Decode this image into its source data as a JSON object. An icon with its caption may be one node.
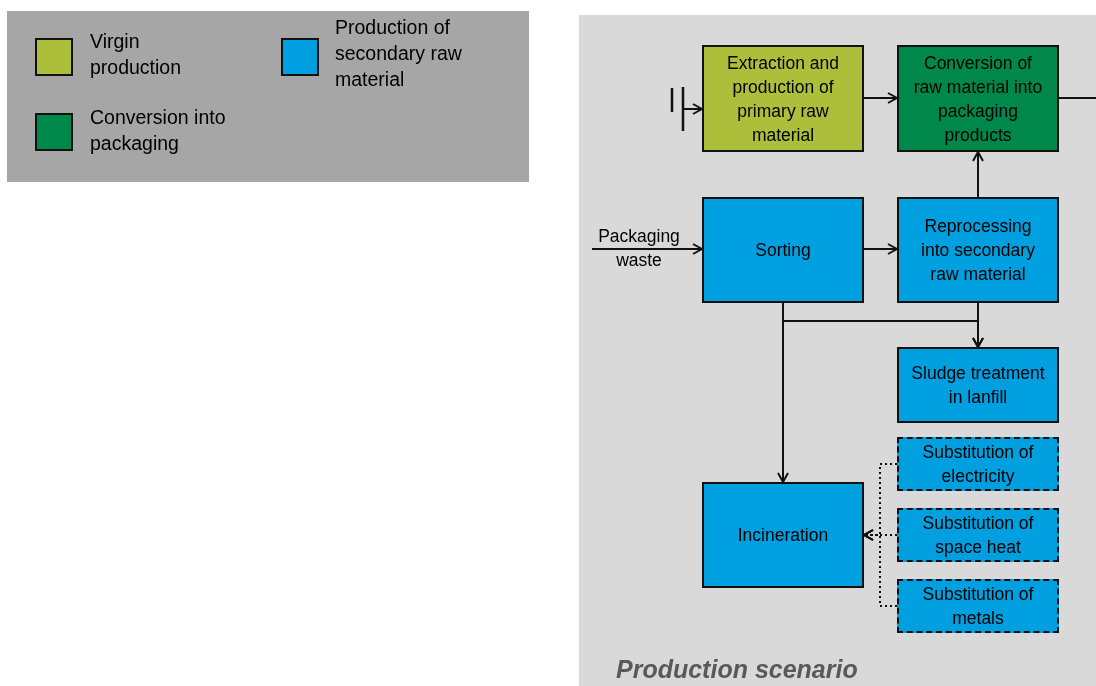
{
  "diagram": {
    "nodes": [
      {
        "text": [
          "Production scenario"
        ]
      },
      {
        "text": [
          "Extraction and production of primary raw material"
        ],
        "in": 0
      },
      {
        "text": [
          "Conversion of raw material into packaging products"
        ],
        "in": 0
      },
      {
        "text": [
          "Sorting"
        ],
        "in": 0
      },
      {
        "text": [
          "Reprocessing into secondary raw material"
        ],
        "in": 0
      },
      {
        "text": [
          "Sludge treatment in lanfill"
        ],
        "in": 0
      },
      {
        "text": [
          "Incineration"
        ],
        "in": 0
      },
      {
        "text": [
          "Substitution of electricity"
        ],
        "in": 0
      },
      {
        "text": [
          "Substitution of space heat"
        ],
        "in": 0
      },
      {
        "text": [
          "Substitution of metals"
        ],
        "in": 0
      }
    ],
    "edges": [
      {
        "from": null,
        "to": 1,
        "arrow": "to"
      },
      {
        "from": 1,
        "to": 2,
        "arrow": "to"
      },
      {
        "from": 2,
        "to": null,
        "arrow": "none"
      },
      {
        "from": 4,
        "to": 2,
        "arrow": "to"
      },
      {
        "from": null,
        "to": 3,
        "arrow": "to",
        "label": "Packaging waste"
      },
      {
        "from": 3,
        "to": 4,
        "arrow": "to"
      },
      {
        "from": 3,
        "to": 5,
        "arrow": "to"
      },
      {
        "from": 4,
        "to": 5,
        "arrow": "to"
      },
      {
        "from": 3,
        "to": 6,
        "arrow": "to"
      },
      {
        "from": 7,
        "to": 6,
        "arrow": "to",
        "style": "dashed"
      },
      {
        "from": 8,
        "to": 6,
        "arrow": "to",
        "style": "dashed"
      },
      {
        "from": 9,
        "to": 6,
        "arrow": "to",
        "style": "dashed"
      }
    ],
    "legend": [
      {
        "text": "Virgin production",
        "color": "#adbe3a"
      },
      {
        "text": "Conversion into packaging",
        "color": "#00884a"
      },
      {
        "text": "Production of secondary raw material",
        "color": "#009fdf"
      }
    ]
  }
}
